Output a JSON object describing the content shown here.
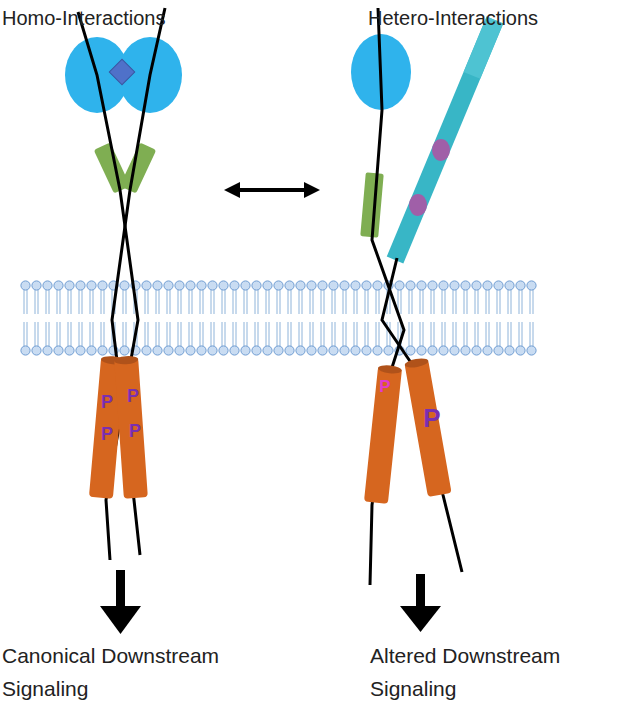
{
  "diagram": {
    "labels": [
      "Homo-Interactions",
      "Hetero-Interactions",
      "P",
      "P",
      "P",
      "P",
      "P",
      "P",
      "Canonical Downstream Signaling",
      "Altered Downstream Signaling"
    ]
  }
}
